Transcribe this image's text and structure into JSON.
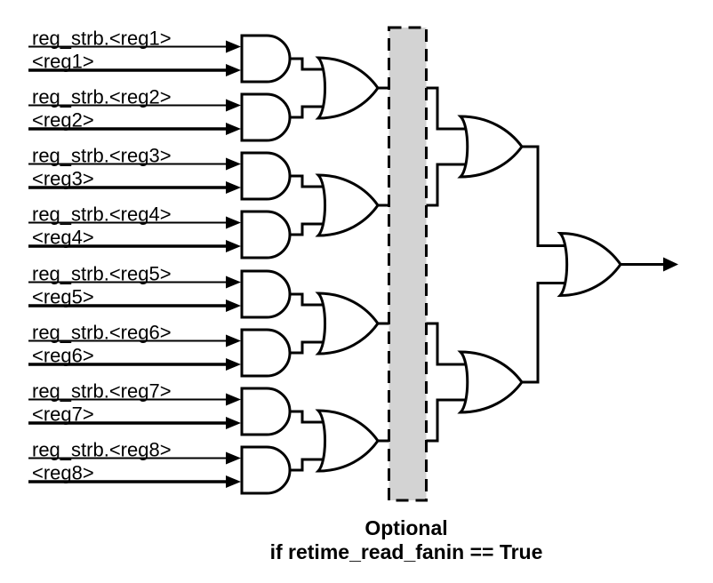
{
  "inputs": [
    {
      "strobe_label": "reg_strb.<reg1>",
      "reg_label": "<reg1>"
    },
    {
      "strobe_label": "reg_strb.<reg2>",
      "reg_label": "<reg2>"
    },
    {
      "strobe_label": "reg_strb.<reg3>",
      "reg_label": "<reg3>"
    },
    {
      "strobe_label": "reg_strb.<reg4>",
      "reg_label": "<reg4>"
    },
    {
      "strobe_label": "reg_strb.<reg5>",
      "reg_label": "<reg5>"
    },
    {
      "strobe_label": "reg_strb.<reg6>",
      "reg_label": "<reg6>"
    },
    {
      "strobe_label": "reg_strb.<reg7>",
      "reg_label": "<reg7>"
    },
    {
      "strobe_label": "reg_strb.<reg8>",
      "reg_label": "<reg8>"
    }
  ],
  "optional_region": {
    "caption_line1": "Optional",
    "caption_line2": "if retime_read_fanin == True",
    "fill_color": "#d3d3d3",
    "border_style": "dashed"
  },
  "structure": {
    "and_gate_count": 8,
    "stage2_or_gate_count": 4,
    "stage3_or_gate_count": 2,
    "final_or_gate_count": 1,
    "output_arrow": true
  },
  "colors": {
    "line": "#000000",
    "background": "#ffffff",
    "gate_fill": "#ffffff"
  }
}
